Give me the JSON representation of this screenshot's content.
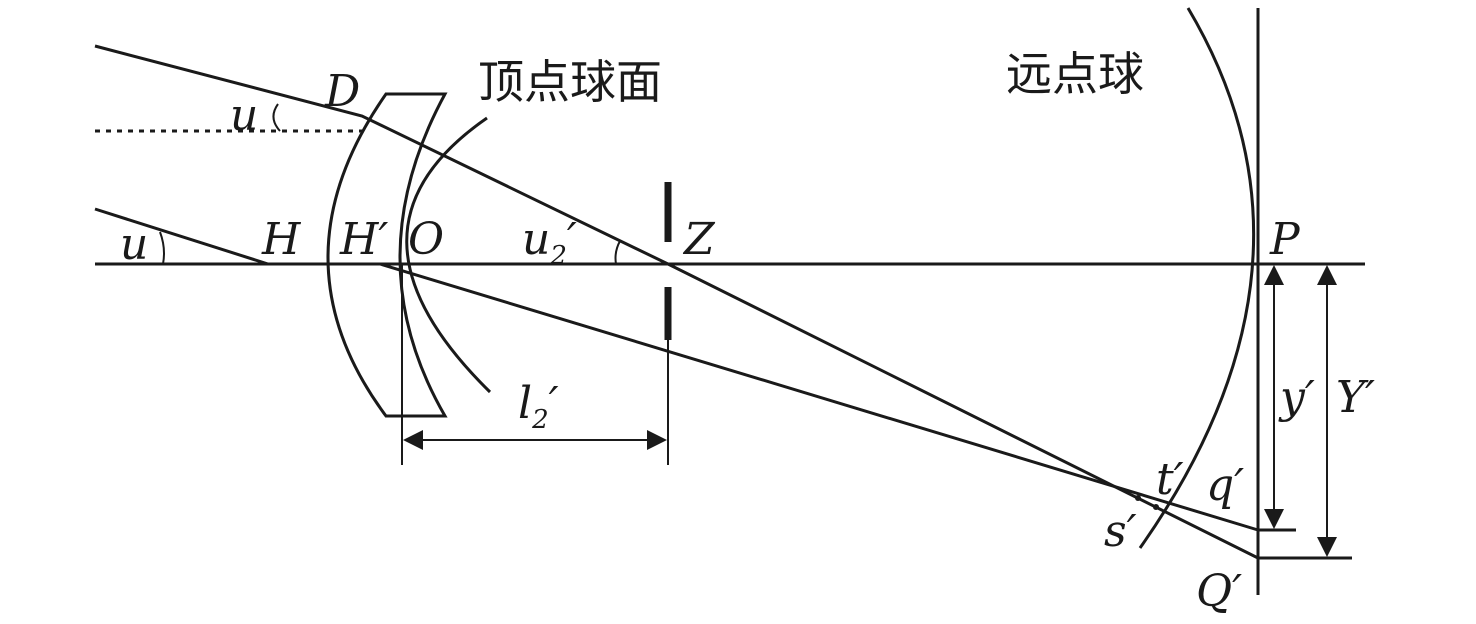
{
  "labels": {
    "D": "D",
    "u_top": "u",
    "u_bottom": "u",
    "H": "H",
    "H_prime": "H′",
    "O": "O",
    "u2_prime_base": "u",
    "u2_prime_sub": "2",
    "u2_prime_mark": "′",
    "Z": "Z",
    "P": "P",
    "l2_prime_base": "l",
    "l2_prime_sub": "2",
    "l2_prime_mark": "′",
    "y_prime": "y′",
    "Y_prime": "Y′",
    "t_prime": "t′",
    "q_prime": "q′",
    "s_prime": "s′",
    "Q_prime": "Q′"
  },
  "captions": {
    "vertex_sphere": "顶点球面",
    "far_point_sphere": "远点球"
  },
  "colors": {
    "ink": "#1a1a1a",
    "background": "#ffffff"
  }
}
